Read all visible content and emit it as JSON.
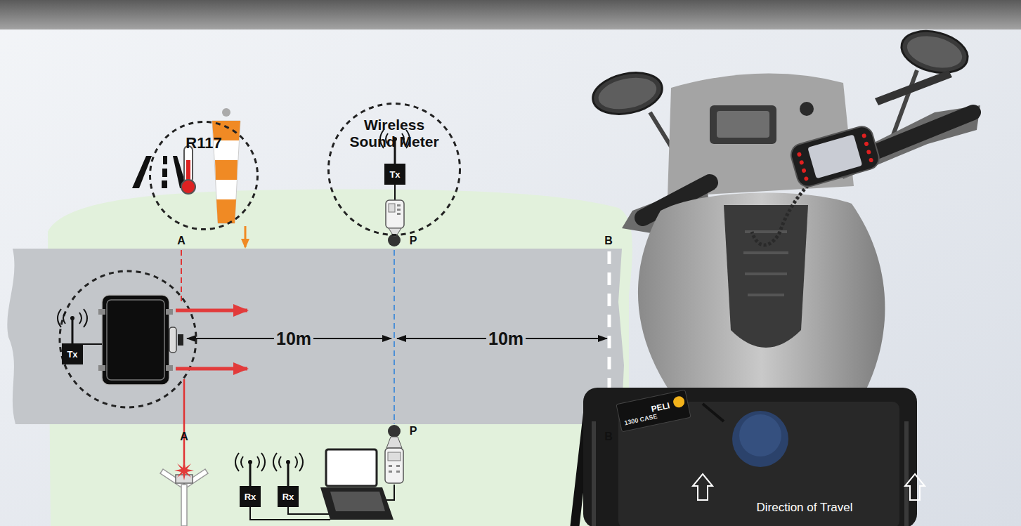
{
  "diagram": {
    "nodes": [
      {
        "text": [
          "R117"
        ]
      },
      {
        "text": [
          "Wireless Sound Meter"
        ]
      },
      {
        "text": [
          "Tx"
        ],
        "in": 1
      },
      {
        "text": [
          "Tx"
        ]
      },
      {
        "text": [
          "Rx"
        ]
      },
      {
        "text": [
          "Rx"
        ]
      }
    ],
    "labels": [
      "A",
      "P",
      "B",
      "10m",
      "10m",
      "A",
      "P",
      "B",
      "PELI",
      "1300 CASE",
      "Direction of Travel"
    ]
  }
}
